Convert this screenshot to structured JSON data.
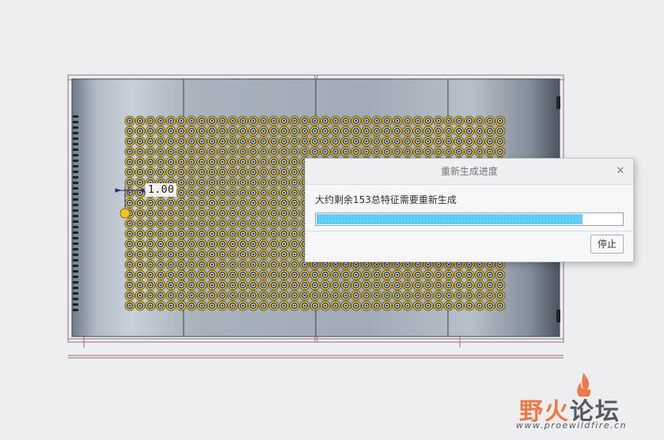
{
  "colors": {
    "background": "#eceef0",
    "sketch_frame": "#9a6a7a",
    "part_body": "#a4adb8",
    "circle_fill": "#f0c520",
    "circle_hole": "#2f3a52",
    "progress_fill": "#5ecaf7",
    "watermark_accent": "#f07848"
  },
  "cad_view": {
    "dimension_value": "1.00",
    "circle_grid": {
      "columns": 37,
      "rows": 19
    }
  },
  "dialog": {
    "title": "重新生成进度",
    "close_icon": "close-icon",
    "message": "大约剩余153总特征需要重新生成",
    "progress": 0.87,
    "stop_label": "停止"
  },
  "watermark": {
    "title_part1": "野火",
    "title_part2": "论坛",
    "url": "www.proewildfire.cn",
    "icon": "flame-icon"
  }
}
